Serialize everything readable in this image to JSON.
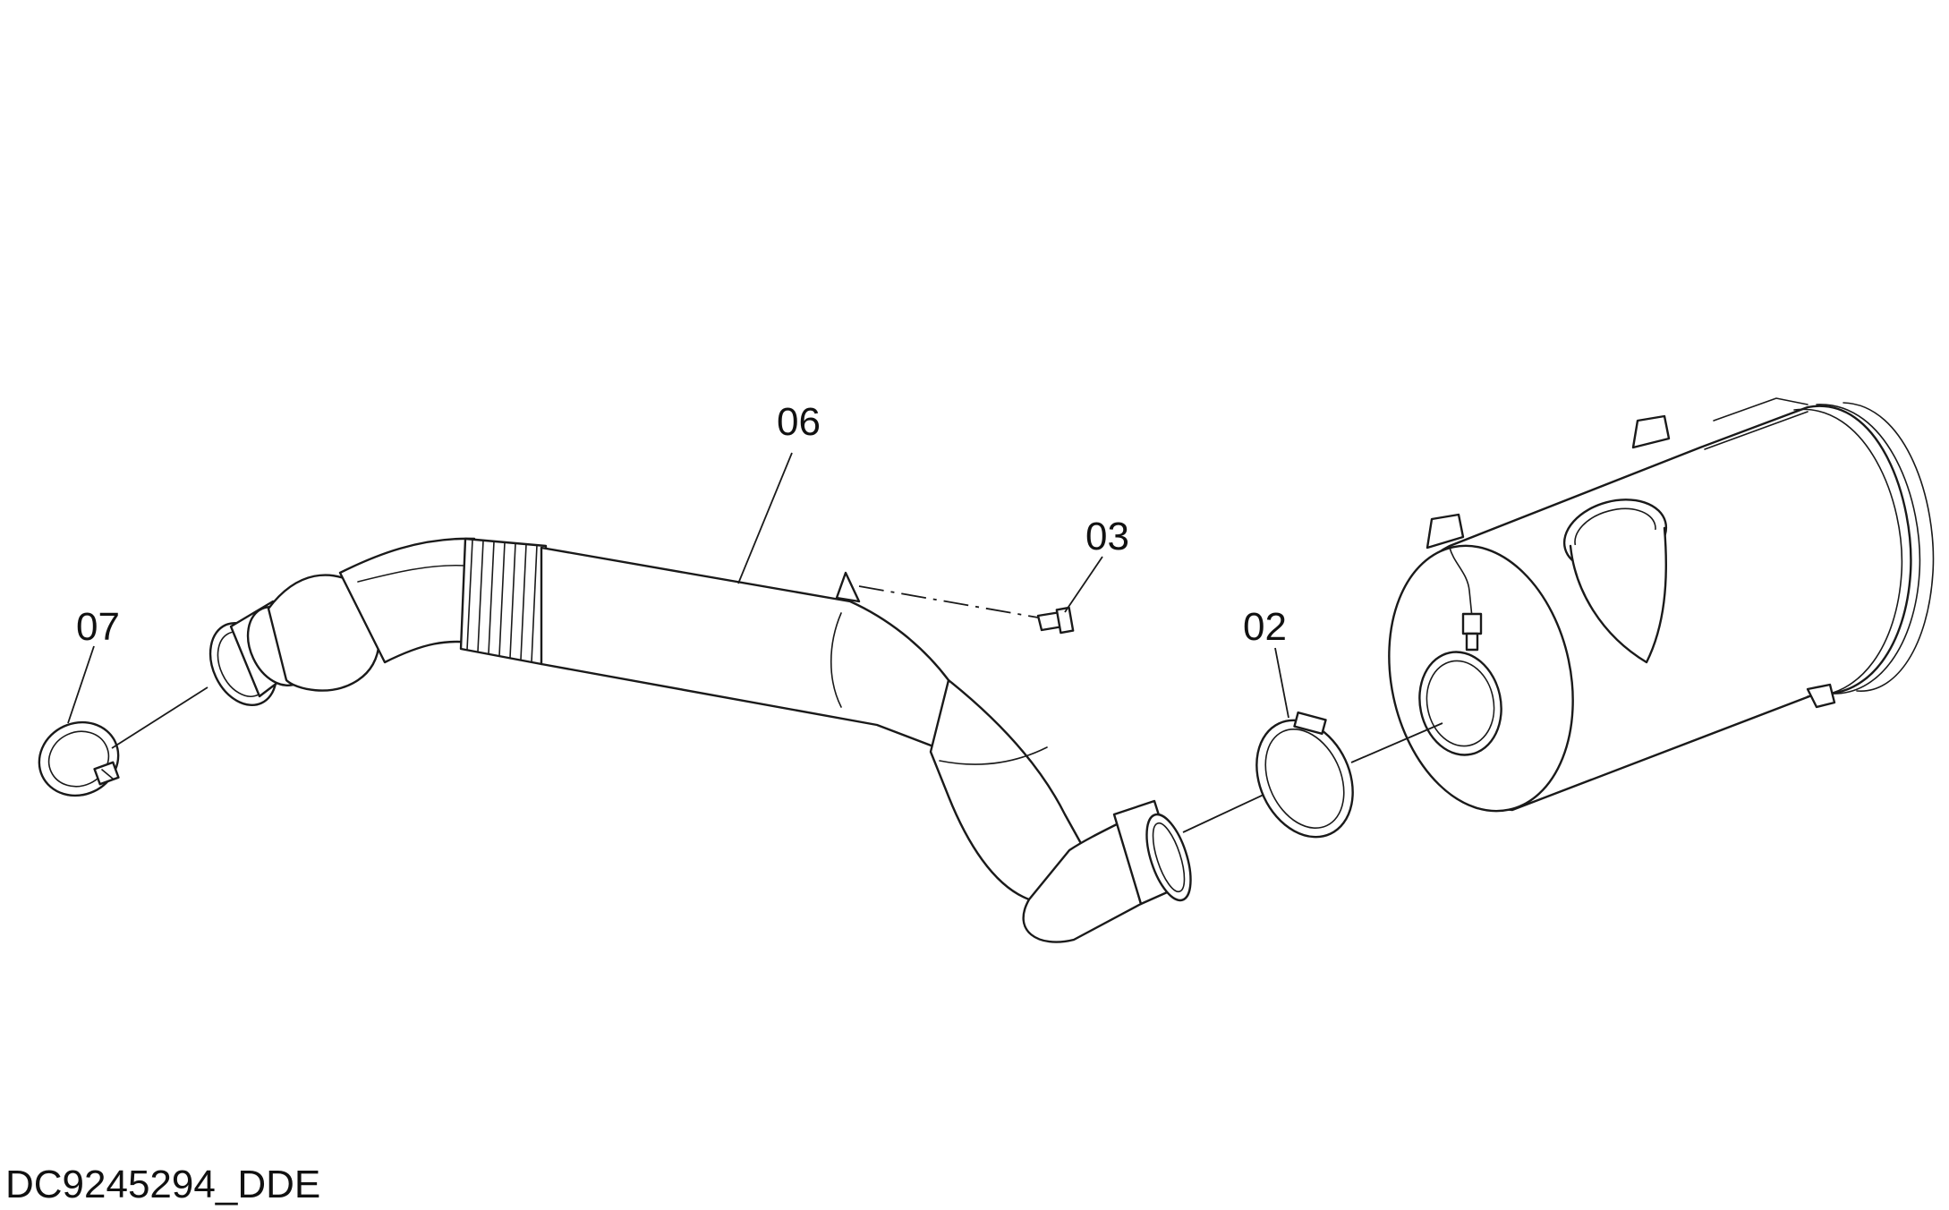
{
  "callouts": {
    "part_06": "06",
    "part_03": "03",
    "part_02": "02",
    "part_07": "07"
  },
  "drawing_code": "DC9245294_DDE",
  "colors": {
    "line": "#1a1a1a",
    "background": "#ffffff"
  }
}
